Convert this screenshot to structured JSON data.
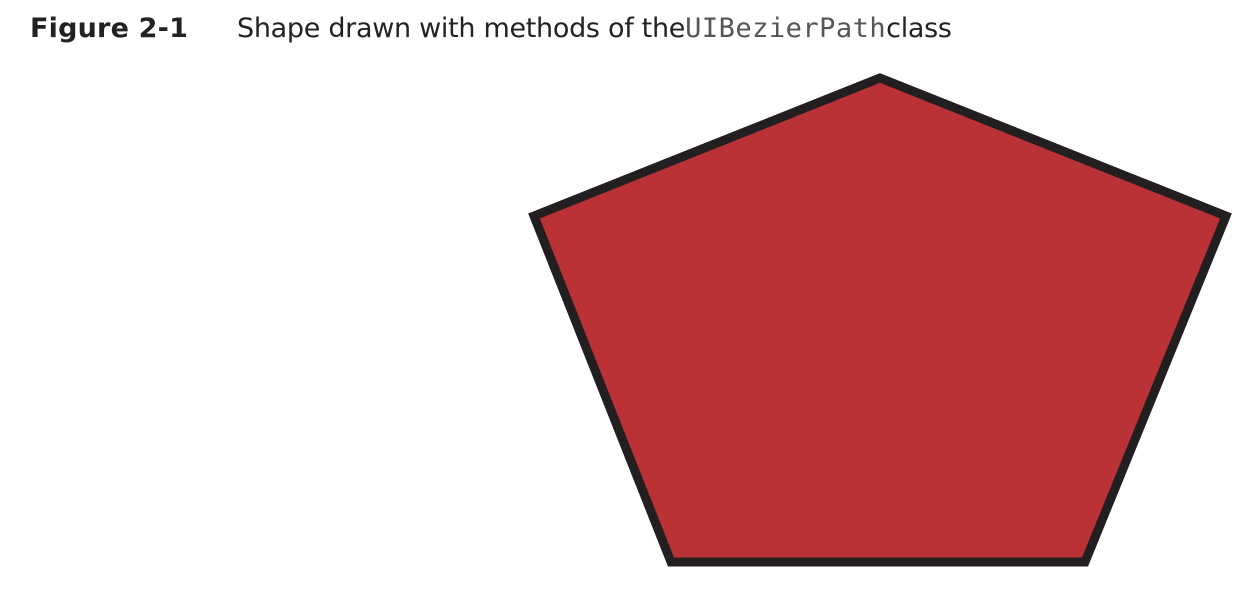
{
  "figure": {
    "label": "Figure 2-1",
    "title_before": "Shape drawn with methods of the ",
    "title_code": "UIBezierPath",
    "title_after": " class"
  },
  "shape": {
    "kind": "pentagon",
    "fill_color": "#BB3236",
    "stroke_color": "#231F20"
  }
}
